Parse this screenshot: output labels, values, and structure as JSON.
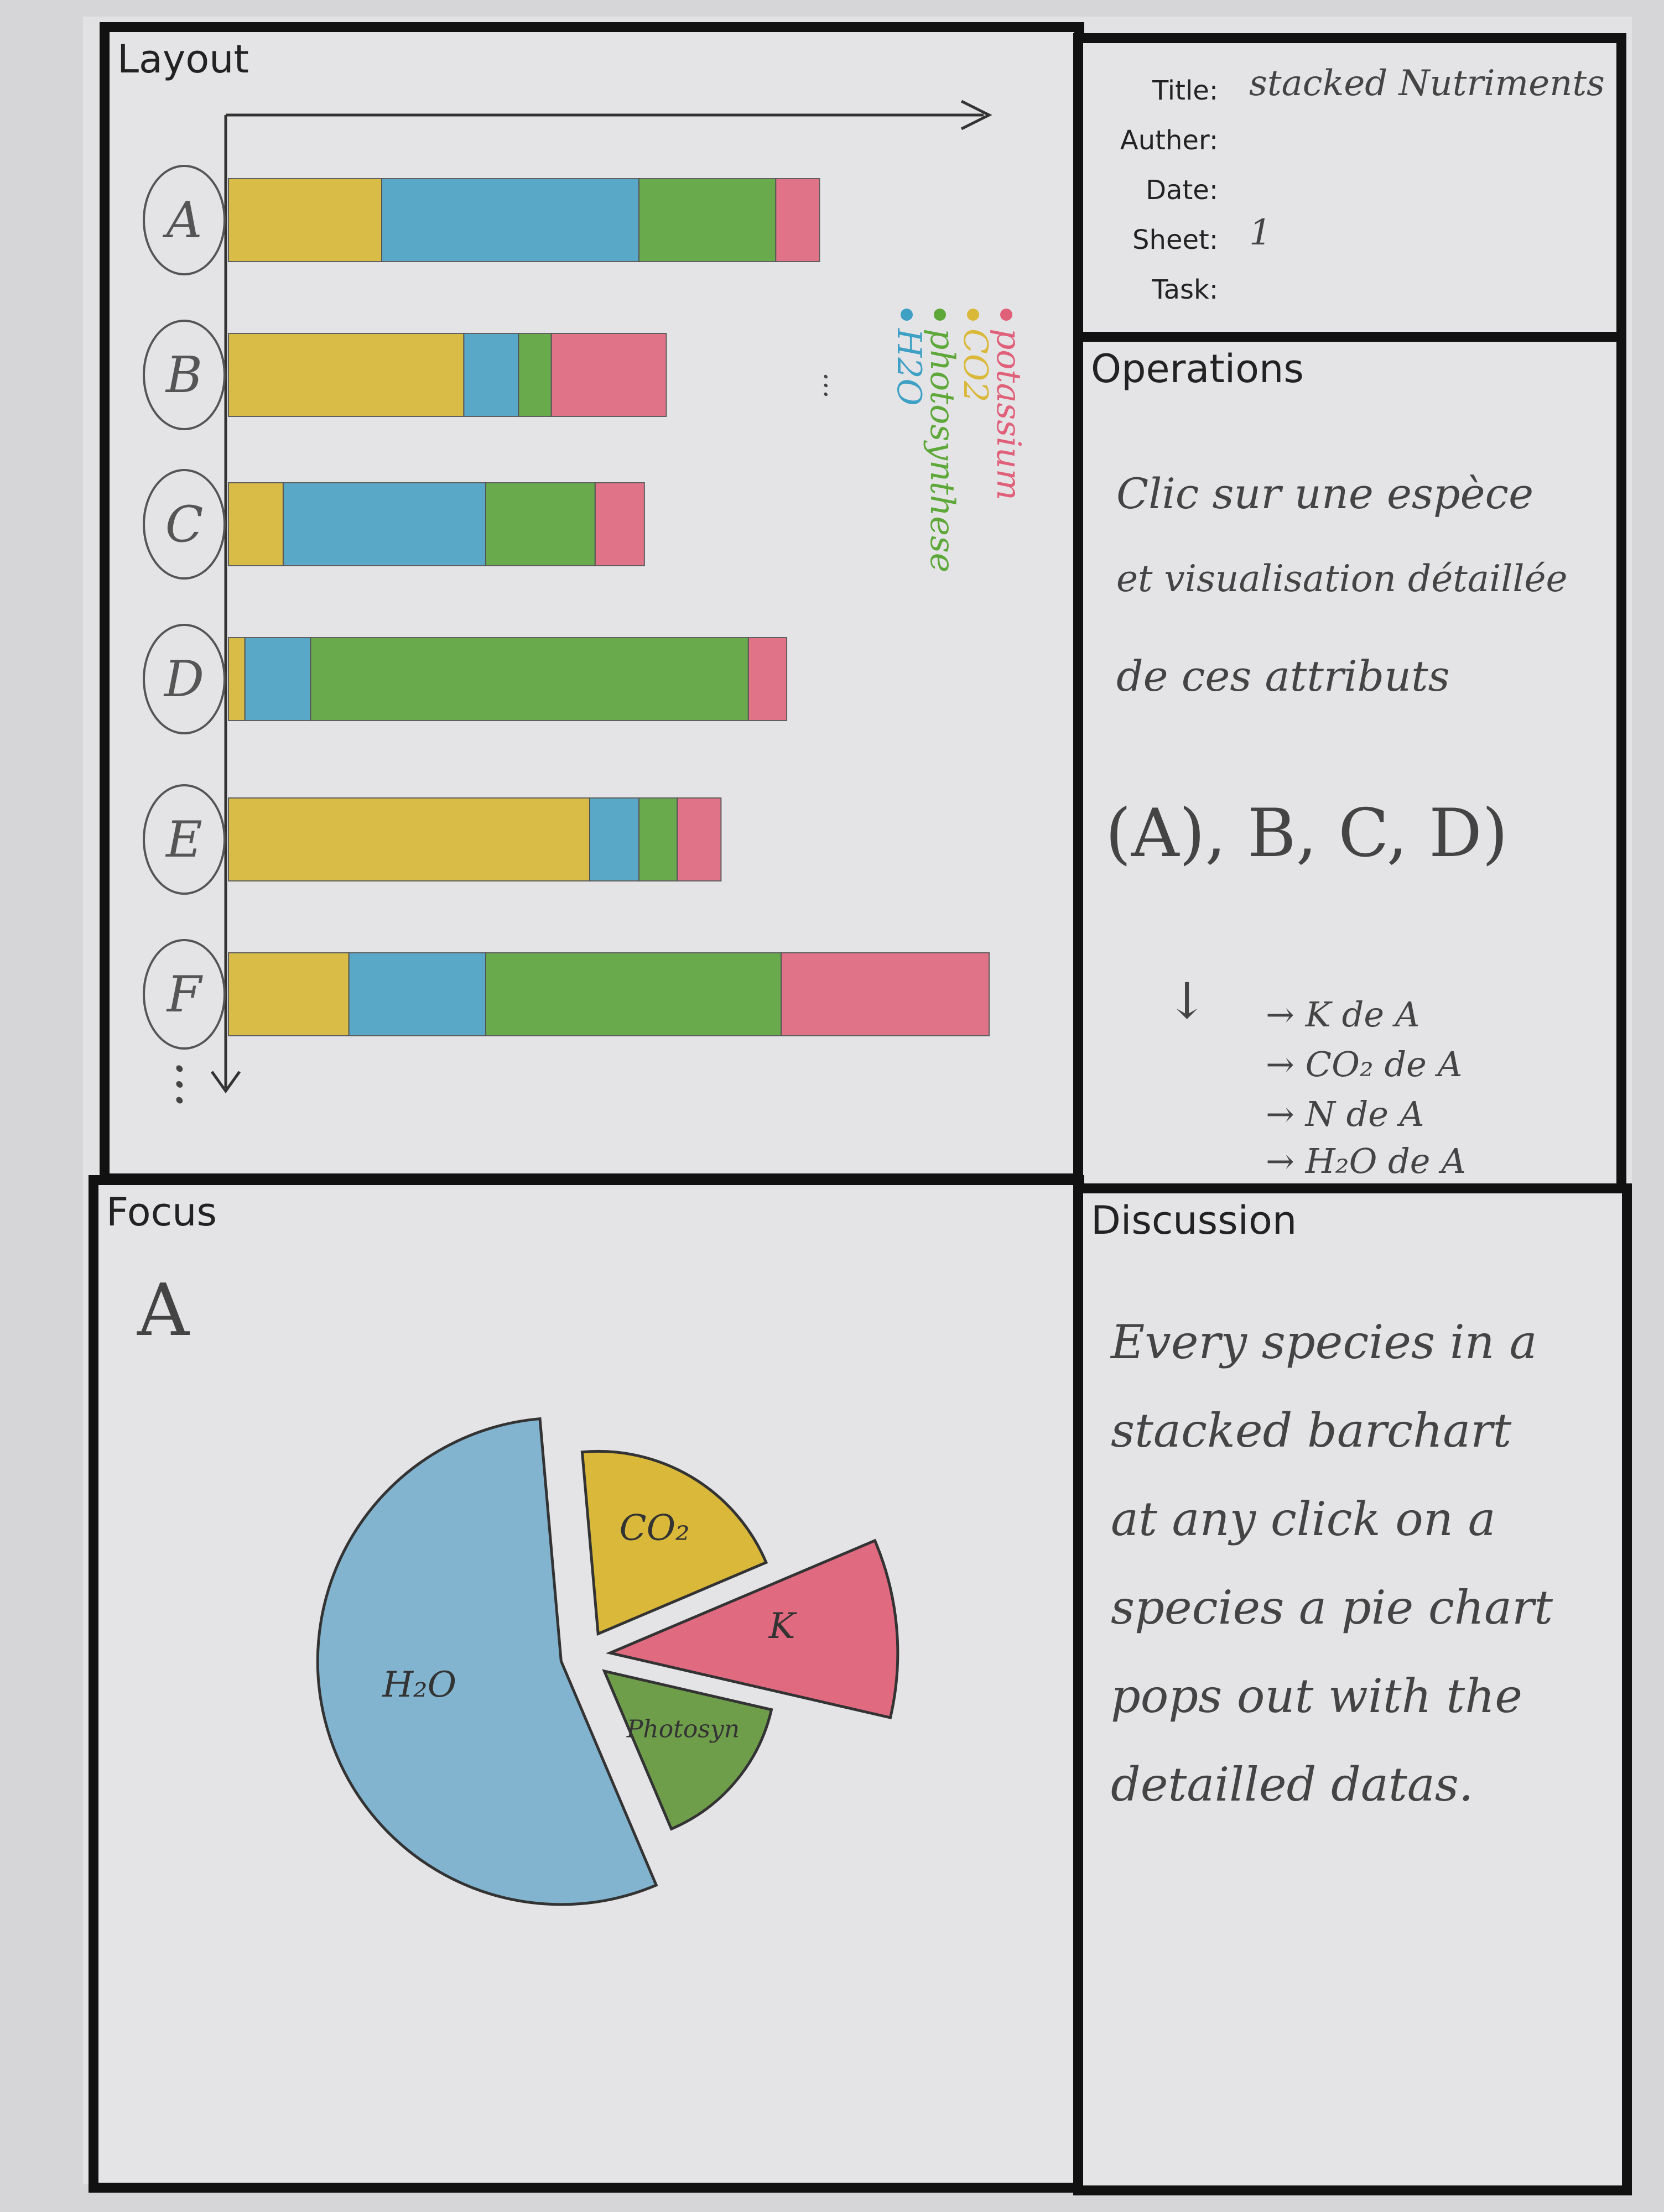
{
  "panels": {
    "layout": "Layout",
    "operations": "Operations",
    "focus": "Focus",
    "discussion": "Discussion"
  },
  "meta": {
    "title_label": "Title:",
    "title_value": "stacked Nutriments",
    "author_label": "Auther:",
    "date_label": "Date:",
    "sheet_label": "Sheet:",
    "sheet_value": "1",
    "task_label": "Task:"
  },
  "legend": [
    {
      "label": "potassium",
      "color": "#e0607a"
    },
    {
      "label": "CO2",
      "color": "#d9b83a"
    },
    {
      "label": "photosynthese",
      "color": "#5ea83a"
    },
    {
      "label": "H2O",
      "color": "#3ea0c4"
    }
  ],
  "legend_more": "...",
  "colors": {
    "co2": "#d9b83a",
    "h2o": "#4fa3c6",
    "photo": "#5fa640",
    "k": "#e06a80"
  },
  "chart_data": {
    "type": "bar",
    "orientation": "horizontal",
    "stacked": true,
    "categories": [
      "A",
      "B",
      "C",
      "D",
      "E",
      "F"
    ],
    "more_categories": "...",
    "series": [
      {
        "color": "#d9b83a",
        "values": [
          28,
          43,
          10,
          3,
          66,
          22
        ]
      },
      {
        "color": "#4fa3c6",
        "values": [
          47,
          10,
          37,
          12,
          9,
          25
        ]
      },
      {
        "color": "#5fa640",
        "values": [
          25,
          6,
          20,
          80,
          7,
          54
        ]
      },
      {
        "color": "#e06a80",
        "values": [
          8,
          21,
          9,
          7,
          8,
          38
        ]
      }
    ],
    "xlim": [
      0,
      140
    ]
  },
  "operations": {
    "line1": "Clic sur une espèce",
    "line2": "et visualisation détaillée",
    "line3": "de ces attributs",
    "choice": "(A), B, C, D)",
    "arrow": "↓",
    "details": [
      "→ K de A",
      "→ CO₂ de A",
      "→ N de A",
      "→ H₂O de A"
    ]
  },
  "focus": {
    "species": "A",
    "pie": [
      {
        "label": "CO₂",
        "value": 20,
        "color": "#d9b83a"
      },
      {
        "label": "K",
        "value": 10,
        "color": "#e06a80"
      },
      {
        "label": "Photosyn",
        "value": 15,
        "color": "#6f9e4a"
      },
      {
        "label": "H₂O",
        "value": 55,
        "color": "#82b4cf"
      }
    ]
  },
  "discussion": {
    "lines": [
      "Every species in a",
      "stacked barchart",
      "at any click on a",
      "species a pie chart",
      "pops out with the",
      "detailled datas."
    ]
  }
}
